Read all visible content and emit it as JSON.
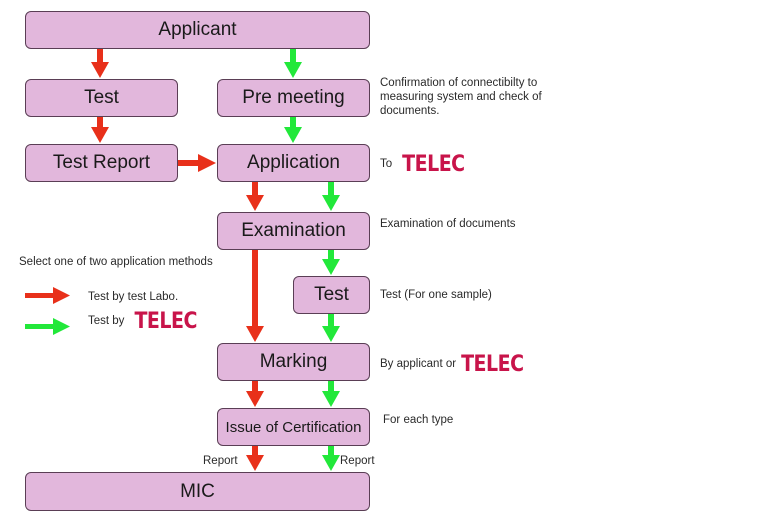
{
  "diagram": {
    "boxes": {
      "applicant": "Applicant",
      "test_left": "Test",
      "pre_meeting": "Pre meeting",
      "test_report": "Test Report",
      "application": "Application",
      "examination": "Examination",
      "test_telec": "Test",
      "marking": "Marking",
      "issue_certification": "Issue of Certification",
      "mic": "MIC"
    },
    "notes": {
      "pre_meeting_line1": "Confirmation of connectibilty to",
      "pre_meeting_line2": "measuring system and check of",
      "pre_meeting_line3": "documents.",
      "application_to": "To",
      "examination": "Examination of documents",
      "test": "Test (For one sample)",
      "marking": "By applicant or",
      "issue": "For each type",
      "report_left": "Report",
      "report_right": "Report"
    },
    "legend": {
      "title": "Select one of two application methods",
      "red_label": "Test by test Labo.",
      "green_label": "Test by"
    },
    "logo_text": "TELEC",
    "colors": {
      "box_fill": "#e2b7dc",
      "box_border": "#5a3e55",
      "red_arrow": "#e8301a",
      "green_arrow": "#22e83a",
      "telec": "#c8144a"
    }
  }
}
